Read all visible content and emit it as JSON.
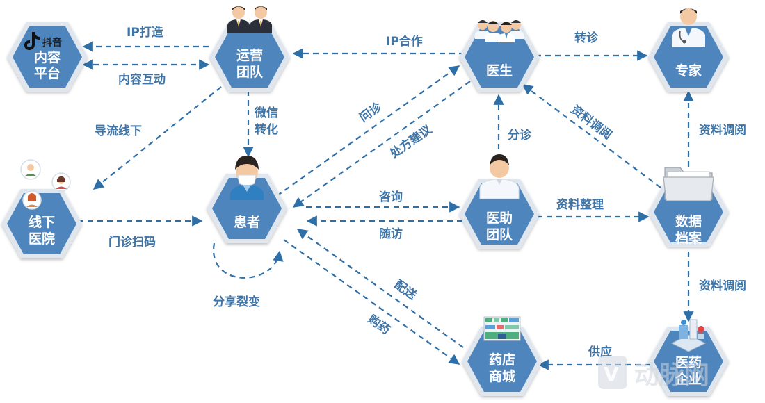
{
  "nodes": {
    "content_platform": {
      "label": [
        "内容",
        "平台"
      ],
      "icon": "douyin-logo-icon",
      "logo_text": "抖音"
    },
    "ops_team": {
      "label": [
        "运营",
        "团队"
      ],
      "icon": "business-team-icon"
    },
    "doctor": {
      "label": [
        "医生"
      ],
      "icon": "doctor-group-icon"
    },
    "expert": {
      "label": [
        "专家"
      ],
      "icon": "expert-doctor-icon"
    },
    "offline_hospital": {
      "label": [
        "线下",
        "医院"
      ],
      "icon": "people-avatars-icon"
    },
    "patient": {
      "label": [
        "患者"
      ],
      "icon": "masked-patient-icon"
    },
    "assist_team": {
      "label": [
        "医助",
        "团队"
      ],
      "icon": "medical-assistant-icon"
    },
    "data_archive": {
      "label": [
        "数据",
        "档案"
      ],
      "icon": "folder-icon"
    },
    "pharmacy_mall": {
      "label": [
        "药店",
        "商城"
      ],
      "icon": "pharmacy-shelves-icon"
    },
    "pharma_company": {
      "label": [
        "医药",
        "企业"
      ],
      "icon": "pharma-factory-icon"
    }
  },
  "edges": {
    "ip_build": "IP打造",
    "content_interact": "内容互动",
    "ip_cooperate": "IP合作",
    "referral": "转诊",
    "guide_offline": "导流线下",
    "wechat_convert": [
      "微信",
      "转化"
    ],
    "inquiry": "问诊",
    "prescription_advice": "处方建议",
    "triage": "分诊",
    "records_review_diag": "资料调阅",
    "records_review_expert": "资料调阅",
    "clinic_scan": "门诊扫码",
    "consult": "咨询",
    "followup": "随访",
    "records_organize": "资料整理",
    "share_fission": "分享裂变",
    "delivery": "配送",
    "purchase": "购药",
    "records_review_pharma": "资料调阅",
    "supply": "供应"
  },
  "watermark": "动脉网",
  "colors": {
    "hex_fill": "#4f85bd",
    "hex_border": "#dfe6ee",
    "edge": "#2f6fa8",
    "edge_label": "#3f74a6"
  }
}
